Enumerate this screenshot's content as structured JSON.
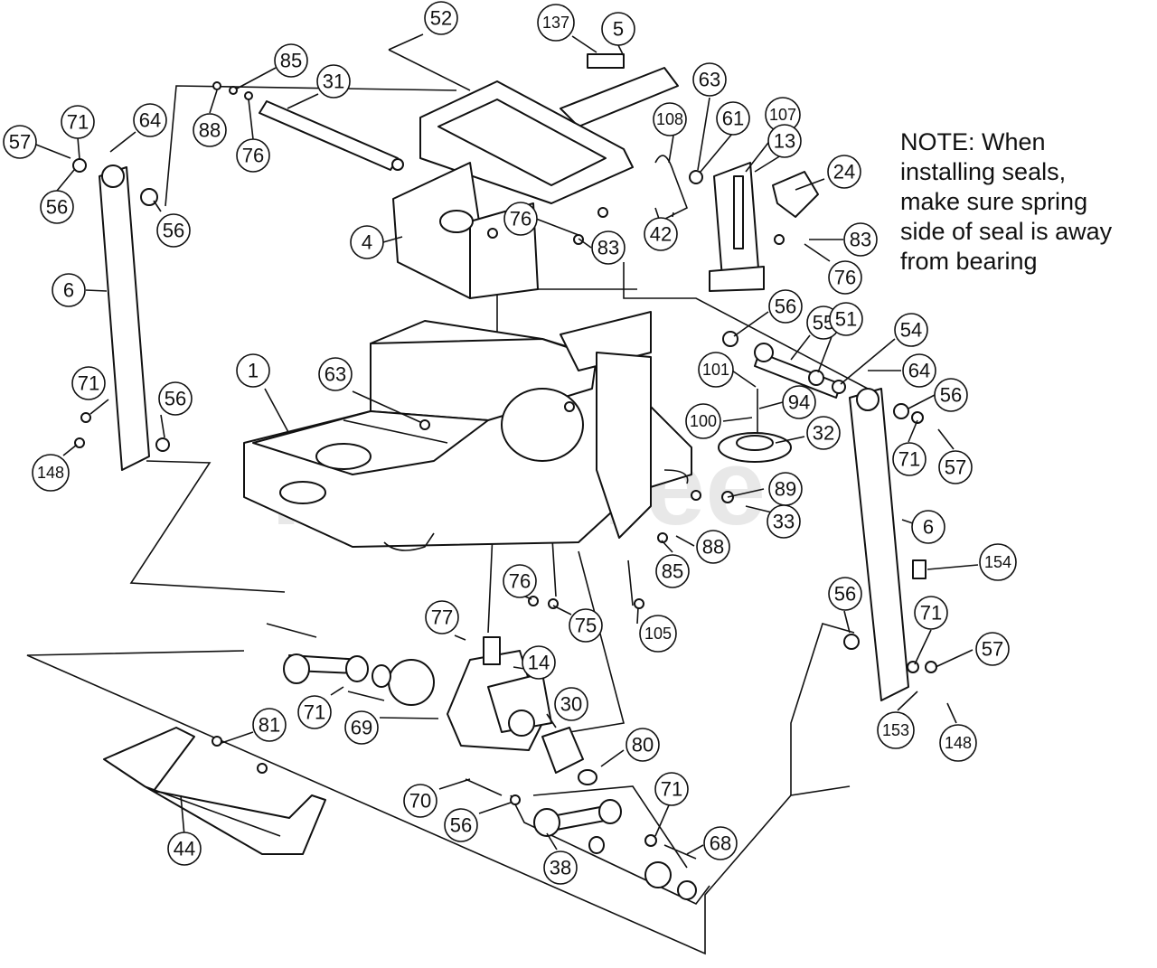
{
  "watermark": "PartsTree",
  "note": {
    "lines": [
      "NOTE: When",
      "installing seals,",
      "make sure spring",
      "side of seal is away",
      "from bearing"
    ]
  },
  "callouts": [
    "52",
    "137",
    "5",
    "85",
    "31",
    "63",
    "108",
    "61",
    "107",
    "13",
    "24",
    "57",
    "71",
    "64",
    "88",
    "76",
    "56",
    "56",
    "4",
    "76",
    "83",
    "42",
    "83",
    "76",
    "6",
    "56",
    "55",
    "51",
    "54",
    "101",
    "64",
    "1",
    "63",
    "94",
    "56",
    "100",
    "32",
    "71",
    "56",
    "71",
    "57",
    "148",
    "89",
    "33",
    "6",
    "88",
    "85",
    "154",
    "76",
    "75",
    "77",
    "105",
    "56",
    "71",
    "14",
    "57",
    "71",
    "69",
    "30",
    "153",
    "148",
    "81",
    "80",
    "71",
    "70",
    "56",
    "68",
    "38",
    "44"
  ]
}
